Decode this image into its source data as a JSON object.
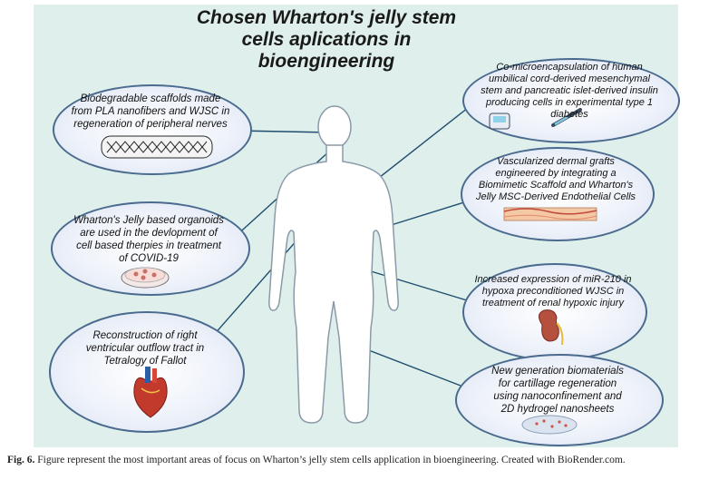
{
  "title": {
    "line1": "Chosen Wharton's jelly stem",
    "line2": "cells aplications in",
    "line3": "bioengineering"
  },
  "left": [
    {
      "lines": [
        "Biodegradable scaffolds made",
        "from PLA nanofibers and WJSC in",
        "regeneration of peripheral nerves"
      ],
      "icon": "nanofiber-scaffold-icon"
    },
    {
      "lines": [
        "Wharton's Jelly based organoids",
        "are used in the devlopment of",
        "cell based therpies in treatment",
        "of COVID-19"
      ],
      "icon": "petri-dish-icon"
    },
    {
      "lines": [
        "Reconstruction of  right",
        "ventricular outflow tract in",
        "Tetralogy of Fallot"
      ],
      "icon": "heart-icon"
    }
  ],
  "right": [
    {
      "lines": [
        "Co-microencapsulation of human",
        "umbilical cord-derived mesenchymal",
        "stem and pancreatic islet-derived insulin",
        "producing cells in experimental type 1",
        "diabetes"
      ],
      "icon": "glucometer-icon"
    },
    {
      "lines": [
        "Vascularized dermal grafts",
        "engineered by integrating a",
        "Biomimetic Scaffold and Wharton's",
        "Jelly MSC-Derived Endothelial Cells"
      ],
      "icon": "skin-layers-icon"
    },
    {
      "lines": [
        "Increased expression of miR-210 in",
        "hypoxa preconditioned WJSC in",
        "treatment of renal hypoxic injury"
      ],
      "icon": "kidney-icon"
    },
    {
      "lines": [
        "New generation biomaterials",
        "for cartillage regeneration",
        "using nanoconfinement and",
        "2D hydrogel nanosheets"
      ],
      "icon": "hydrogel-dish-icon"
    }
  ],
  "caption": {
    "label": "Fig. 6.",
    "text": " Figure represent the most important areas of focus on Wharton’s jelly stem cells application in bioengineering. Created with BioRender.com."
  },
  "colors": {
    "panel_bg": "#dff0ec",
    "oval_border": "#4a6a8e",
    "connector": "#1f4d6e",
    "body_fill": "#ffffff",
    "body_stroke": "#8a9aa8"
  }
}
